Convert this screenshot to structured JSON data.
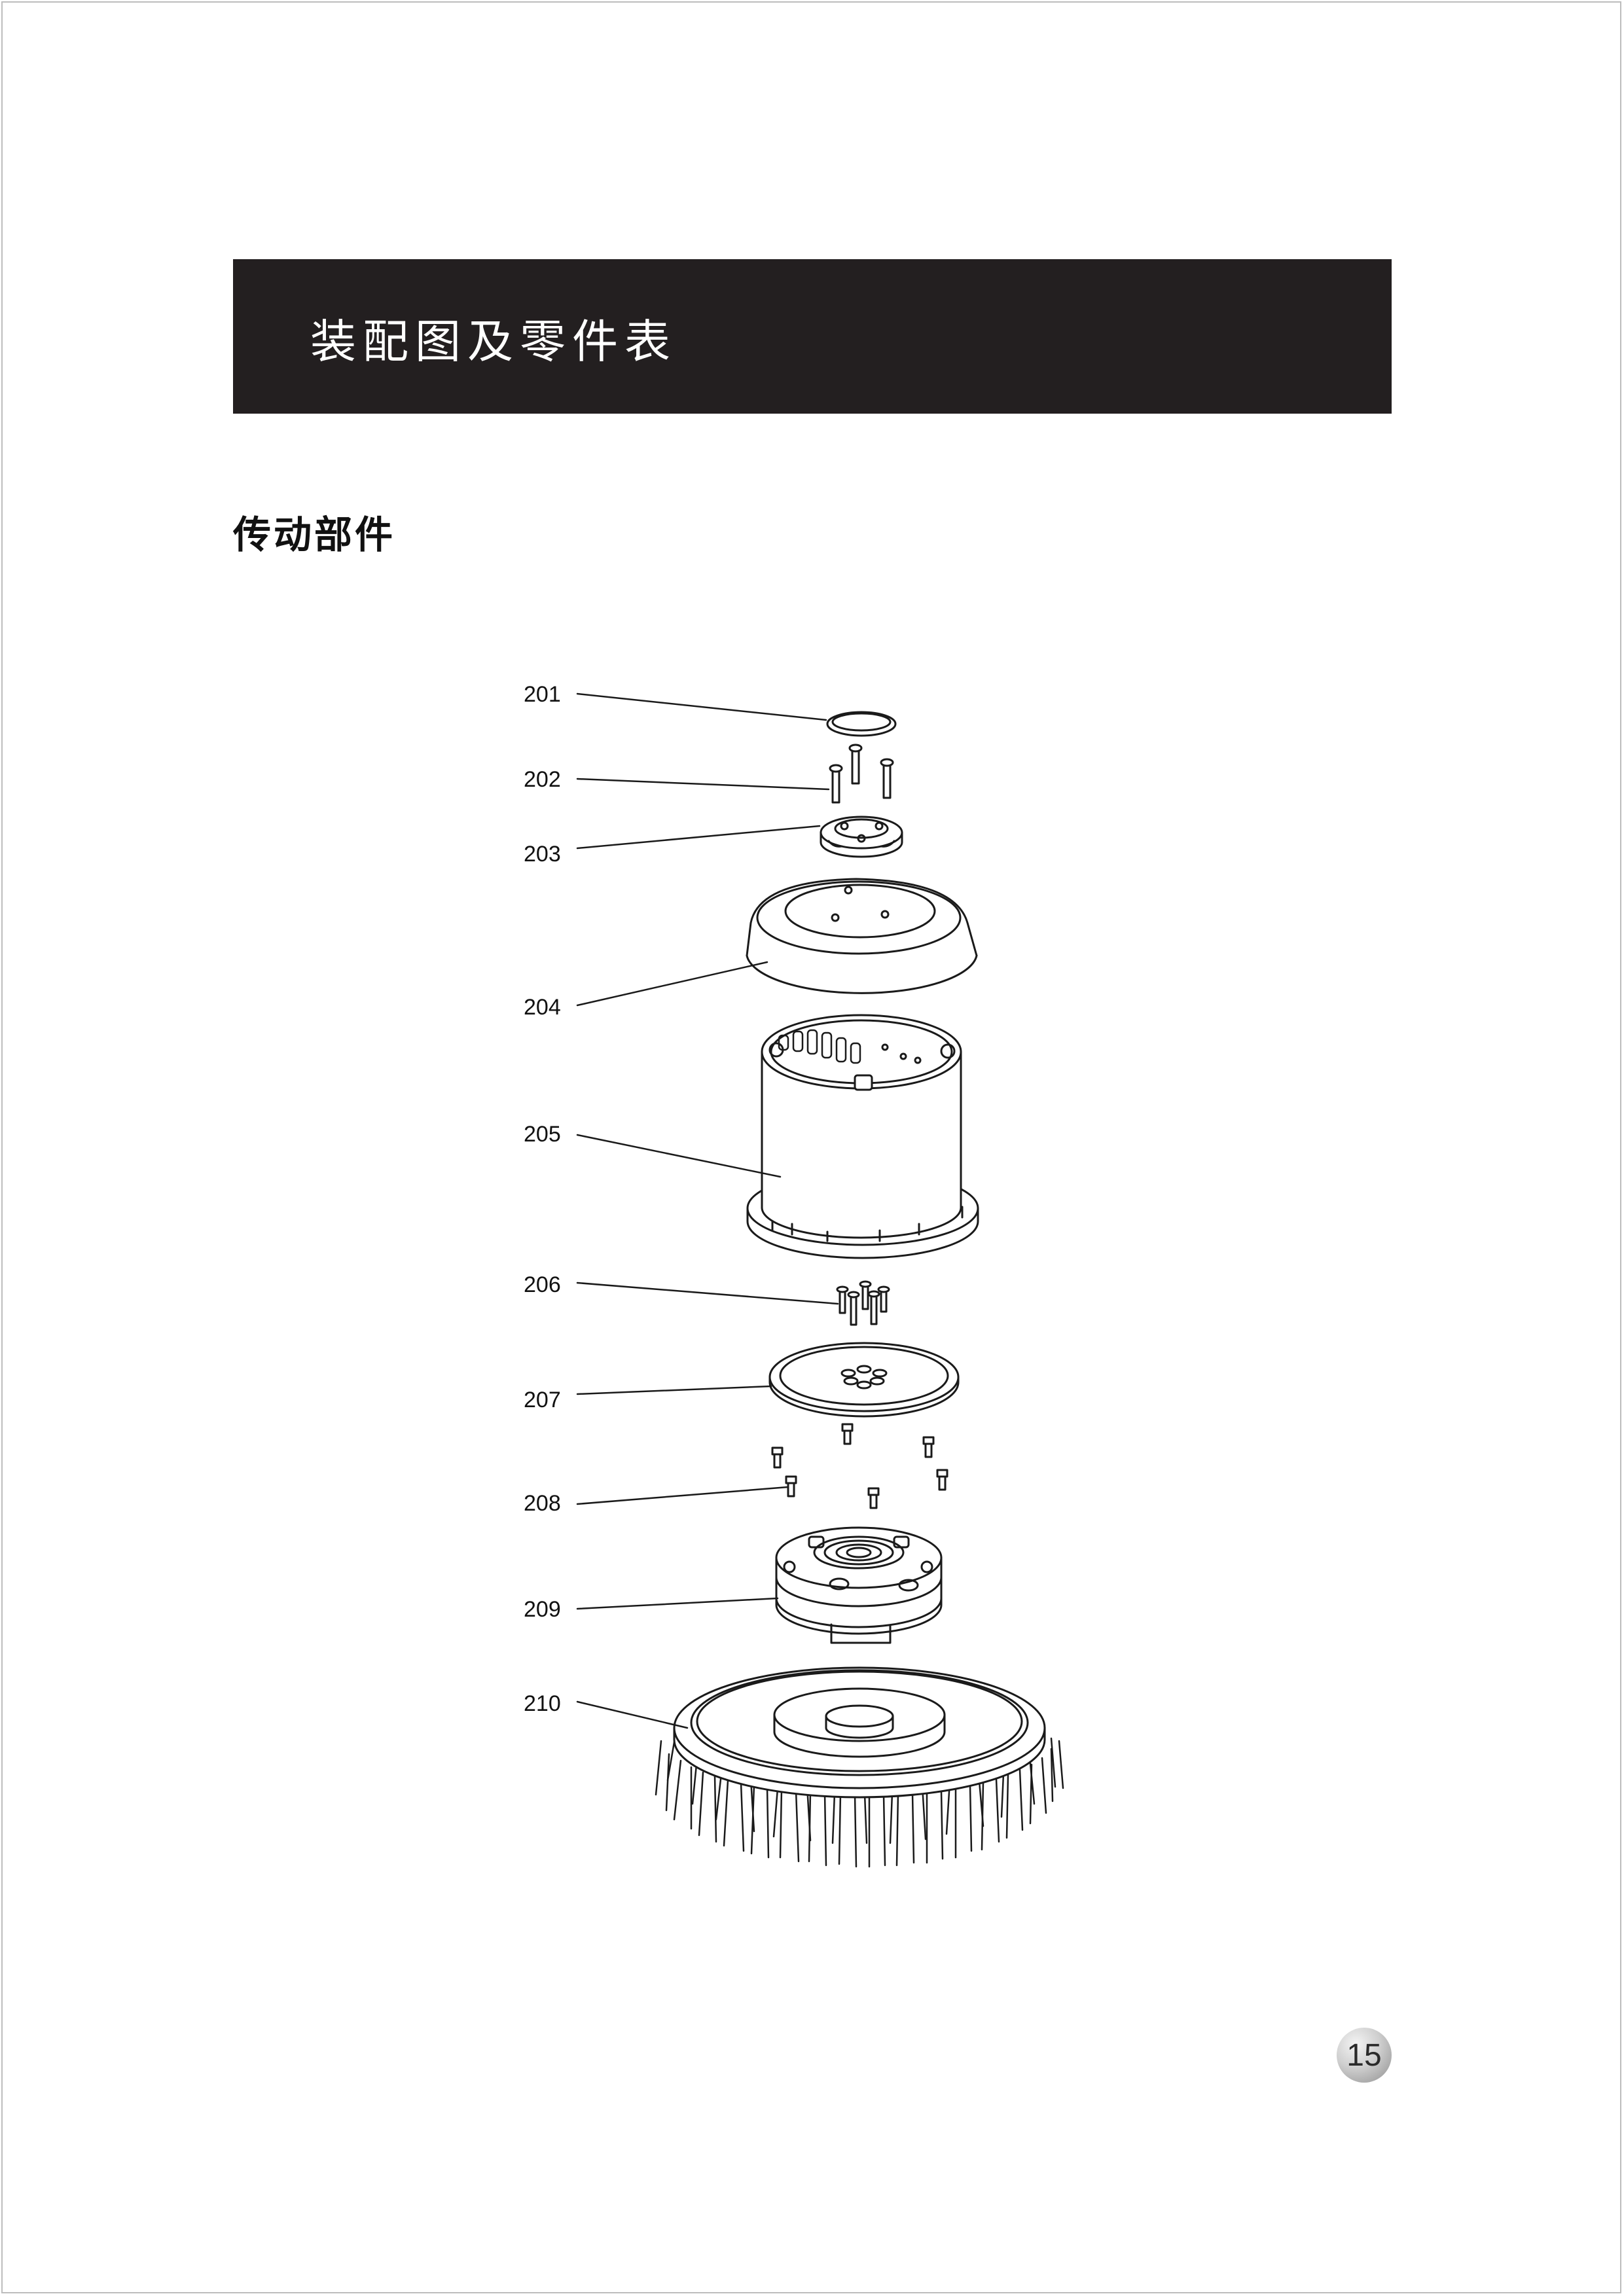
{
  "header": {
    "title": "装配图及零件表"
  },
  "section": {
    "title": "传动部件"
  },
  "callouts": [
    "201",
    "202",
    "203",
    "204",
    "205",
    "206",
    "207",
    "208",
    "209",
    "210"
  ],
  "page": {
    "number": "15"
  },
  "colors": {
    "header_bar": "#231f20",
    "header_text": "#ffffff",
    "line": "#1a1a1a"
  }
}
